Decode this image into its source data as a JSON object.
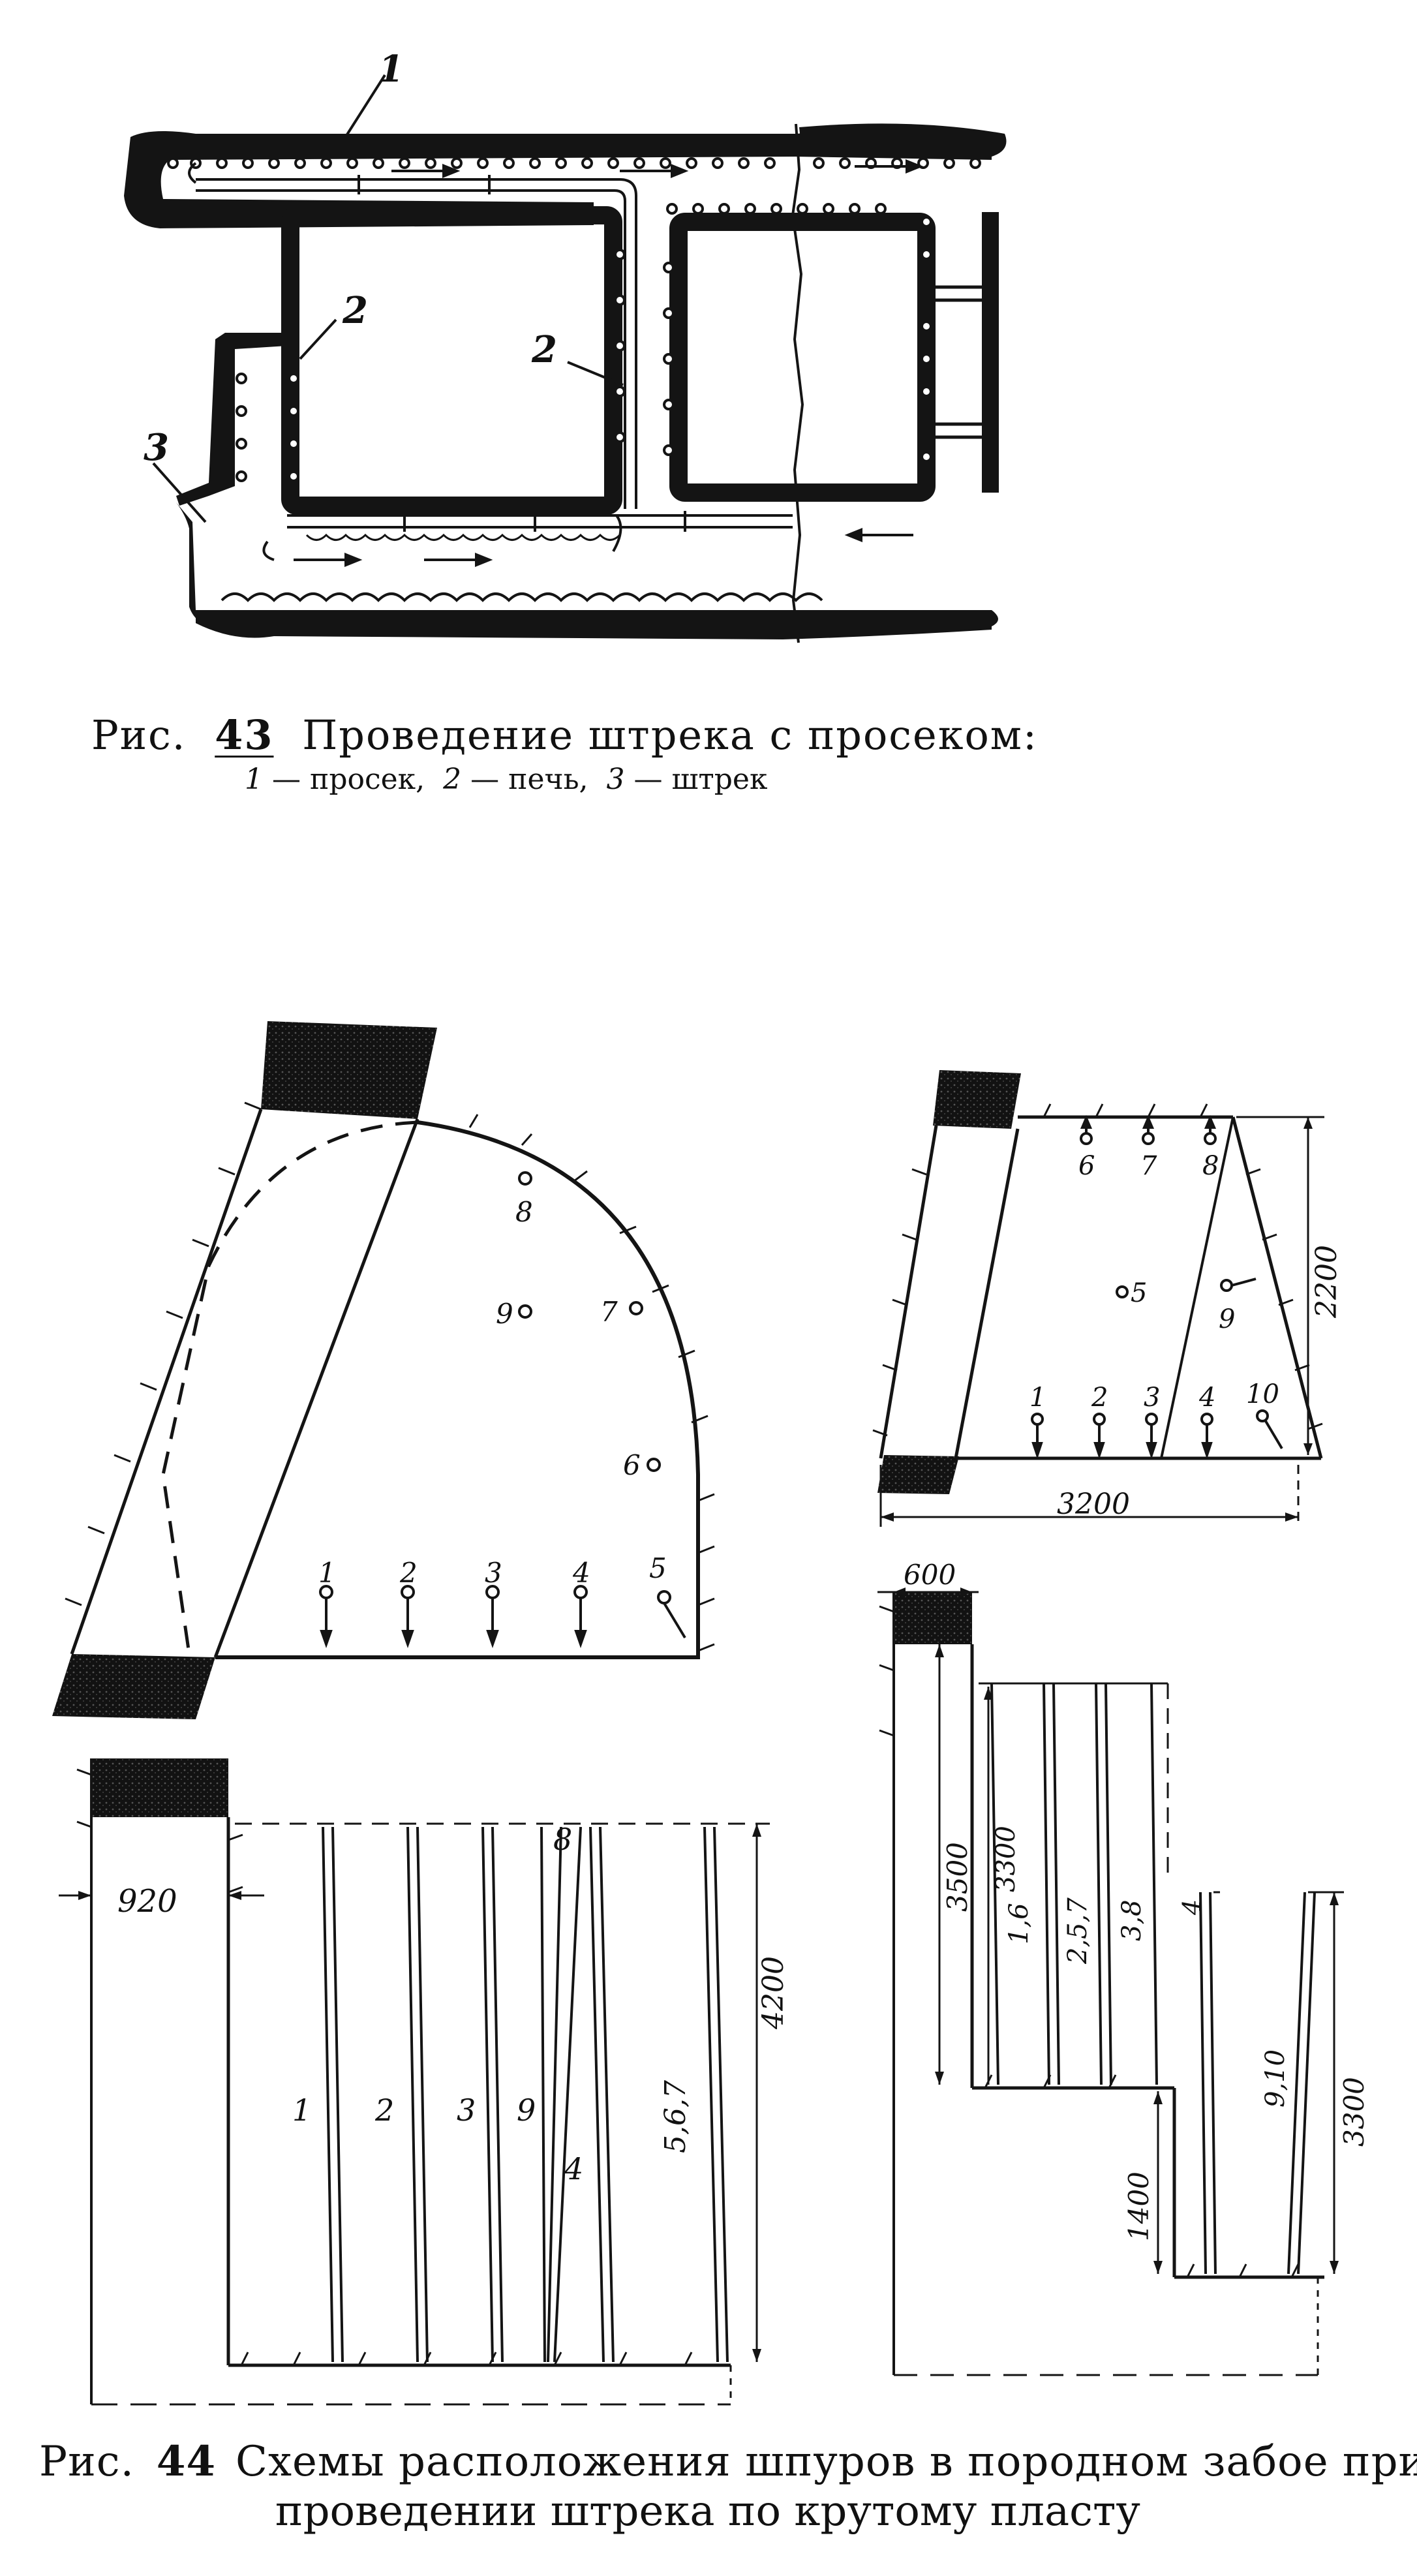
{
  "fig43": {
    "caption_label": "Рис.",
    "caption_number": "43",
    "caption_title": "Проведение штрека с просеком:",
    "legend": [
      {
        "num": "1",
        "text": "— просек,"
      },
      {
        "num": "2",
        "text": "— печь,"
      },
      {
        "num": "3",
        "text": "— штрек"
      }
    ],
    "callouts": {
      "c1": "1",
      "c2a": "2",
      "c2b": "2",
      "c3": "3"
    }
  },
  "fig44": {
    "caption_label": "Рис.",
    "caption_number": "44",
    "caption_line1": "Схемы расположения шпуров в породном забое при",
    "caption_line2": "проведении штрека по крутому пласту",
    "left_face_holes": [
      "1",
      "2",
      "3",
      "4",
      "5",
      "6",
      "7",
      "8",
      "9"
    ],
    "right_face_holes": [
      "1",
      "2",
      "3",
      "4",
      "5",
      "6",
      "7",
      "8",
      "9",
      "10"
    ],
    "dim_2200": "2200",
    "dim_3200": "3200",
    "dim_600": "600",
    "dim_920": "920",
    "dim_4200": "4200",
    "dim_3500": "3500",
    "dim_3300a": "3300",
    "dim_1400": "1400",
    "dim_3300b": "3300",
    "sec_left_labels": [
      "1",
      "2",
      "3",
      "9",
      "8",
      "4",
      "5,6,7"
    ],
    "sec_right_labels": [
      "1,6",
      "2,5,7",
      "3,8",
      "4",
      "9,10"
    ]
  }
}
